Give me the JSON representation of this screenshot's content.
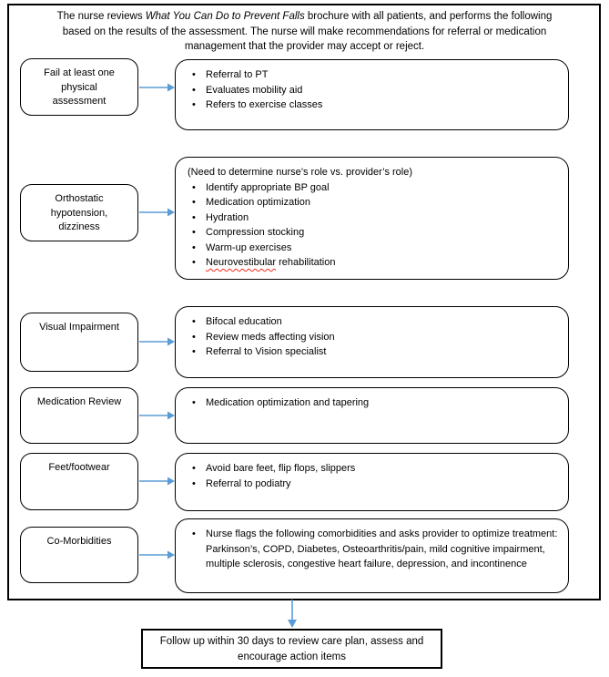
{
  "intro": {
    "part1": "The nurse reviews ",
    "brochure_title": "What You Can Do to Prevent Falls",
    "part2": " brochure with all patients, and performs the following\nbased on the results of the assessment. The nurse will make recommendations for referral or medication\nmanagement that the provider may accept or reject."
  },
  "rows": [
    {
      "label": "Fail at least one\nphysical\nassessment",
      "bullets": [
        "Referral to PT",
        "Evaluates mobility aid",
        "Refers to exercise classes"
      ]
    },
    {
      "label": "Orthostatic\nhypotension,\ndizziness",
      "intro": "(Need to determine nurse’s role vs. provider’s role)",
      "bullets": [
        "Identify appropriate BP goal",
        "Medication optimization",
        "Hydration",
        "Compression stocking",
        "Warm-up exercises"
      ],
      "bullets_last": {
        "word": "Neurovestibular",
        "rest": " rehabilitation"
      }
    },
    {
      "label": "Visual Impairment",
      "bullets": [
        "Bifocal education",
        "Review meds affecting vision",
        "Referral to Vision specialist"
      ]
    },
    {
      "label": "Medication Review",
      "bullets": [
        "Medication optimization and tapering"
      ]
    },
    {
      "label": "Feet/footwear",
      "bullets": [
        "Avoid bare feet, flip flops, slippers",
        "Referral to podiatry"
      ]
    },
    {
      "label": "Co-Morbidities",
      "bullets": [
        "Nurse flags the following comorbidities and asks provider to optimize treatment: Parkinson’s, COPD, Diabetes, Osteoarthritis/pain, mild cognitive impairment, multiple sclerosis, congestive heart failure, depression, and incontinence"
      ]
    }
  ],
  "footer": {
    "text": "Follow up within 30 days to review care plan, assess and\nencourage action items"
  },
  "colors": {
    "arrow_blue": "#5B9BD5",
    "border_black": "#000000",
    "spellcheck_red": "#FF2A1A"
  }
}
